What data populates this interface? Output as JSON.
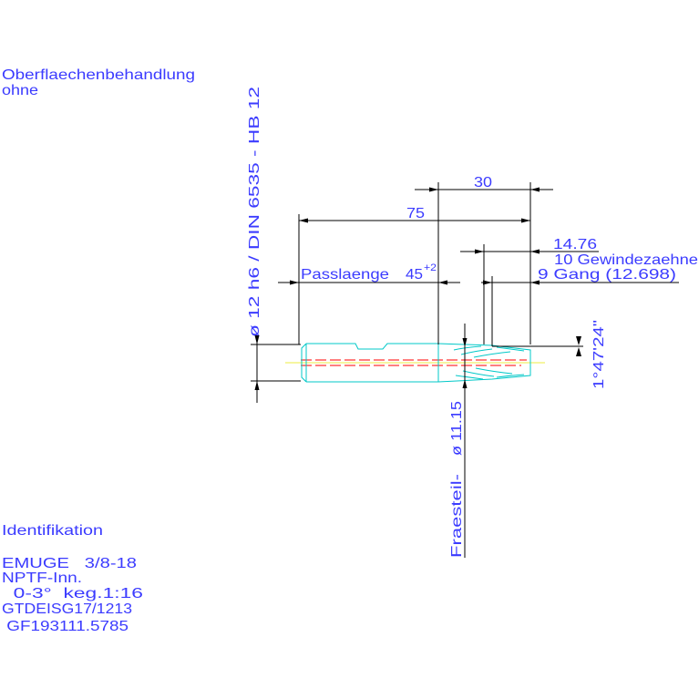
{
  "surface_treatment": {
    "label": "Oberflaechenbehandlung",
    "value": "ohne"
  },
  "identification": {
    "label": "Identifikation",
    "lines": [
      "EMUGE   3/8-18",
      "NPTF-Inn.",
      "  0-3°  keg.1:16",
      "GTDEISG17/1213",
      " GF193111.5785"
    ]
  },
  "dimensions": {
    "shank_spec": "ø 12 h6 / DIN 6535 - HB 12",
    "thread_length": "30",
    "total_length": "75",
    "pitch_length": "14.76",
    "teeth": "10 Gewindezaehne",
    "turns": "9 Gang (12.698)",
    "fit_length_label": "Passlaenge",
    "fit_length_value": "45",
    "fit_length_tolerance": "+2",
    "taper_angle": "1°47'24\"",
    "cut_diameter": "ø 11.15",
    "cut_part_label": "Fraesteil-"
  },
  "colors": {
    "annotation_text": "#3b3bff",
    "tool_outline": "#00c8c8",
    "dimension_lines": "#000000",
    "center_line": "#ff0000",
    "axis_line": "#e8e800"
  }
}
